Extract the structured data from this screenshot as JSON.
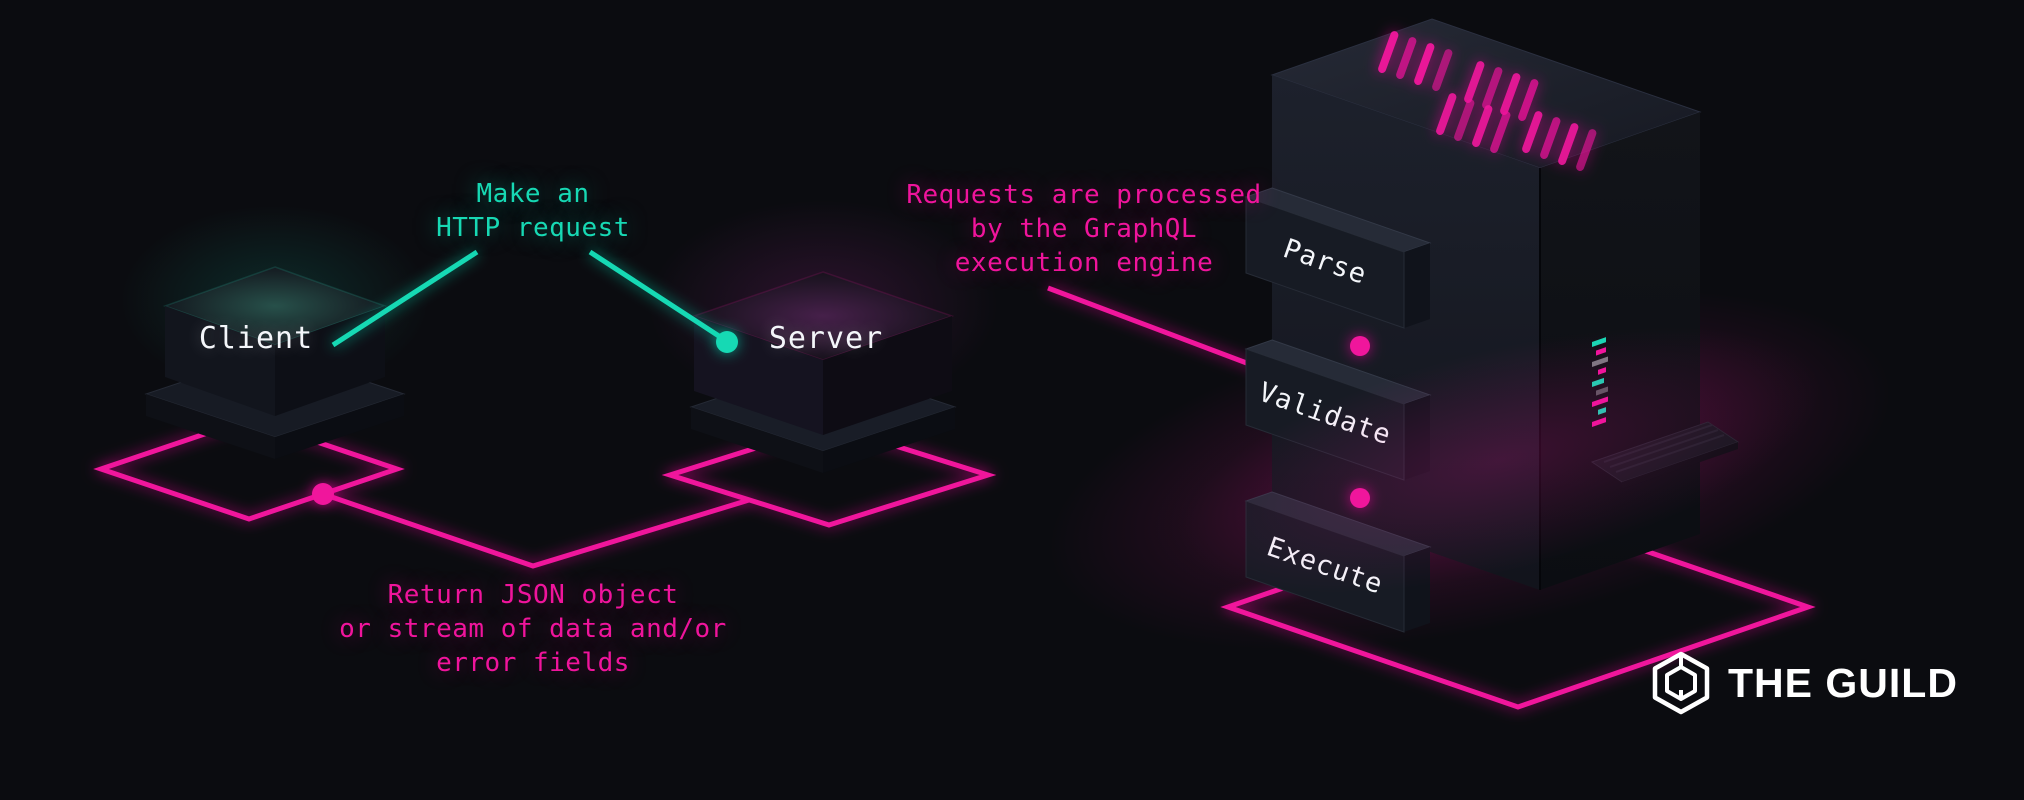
{
  "colors": {
    "pink": "#f0149c",
    "teal": "#17d9b4",
    "text": "#f4f6fa",
    "bg": "#0b0c10"
  },
  "nodes": {
    "client": "Client",
    "server": "Server"
  },
  "annotations": {
    "request": {
      "lines": [
        "Make an",
        "HTTP request"
      ]
    },
    "processing": {
      "lines": [
        "Requests are processed",
        "by the GraphQL",
        "execution engine"
      ]
    },
    "response": {
      "lines": [
        "Return JSON object",
        "or stream of data and/or",
        "error fields"
      ]
    }
  },
  "engine": {
    "steps": [
      "Parse",
      "Validate",
      "Execute"
    ]
  },
  "logo": {
    "text": "THE GUILD"
  }
}
